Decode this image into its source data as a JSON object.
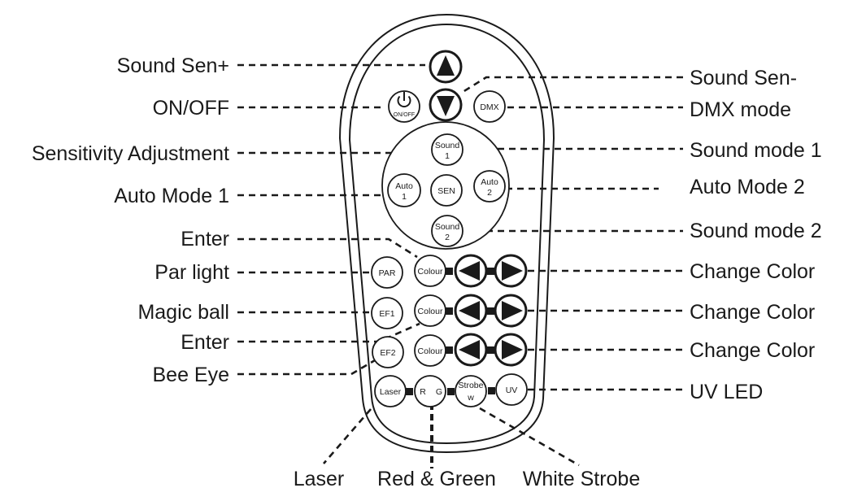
{
  "callouts": {
    "left": {
      "sound_sen_plus": "Sound Sen+",
      "on_off": "ON/OFF",
      "sensitivity_adjustment": "Sensitivity Adjustment",
      "auto_mode_1": "Auto Mode 1",
      "enter_top": "Enter",
      "par_light": "Par light",
      "magic_ball": "Magic ball",
      "enter_bottom": "Enter",
      "bee_eye": "Bee Eye"
    },
    "right": {
      "sound_sen_minus": "Sound Sen-",
      "dmx_mode": "DMX mode",
      "sound_mode_1": "Sound mode 1",
      "auto_mode_2": "Auto Mode 2",
      "sound_mode_2": "Sound mode 2",
      "change_color": [
        "Change Color",
        "Change Color",
        "Change Color"
      ],
      "uv_led": "UV LED"
    },
    "bottom": {
      "laser": "Laser",
      "red_green": "Red & Green",
      "white_strobe": "White Strobe"
    }
  },
  "remote": {
    "power_label": "ON/OFF",
    "dmx": "DMX",
    "sound_1": {
      "line1": "Sound",
      "line2": "1"
    },
    "auto_1": {
      "line1": "Auto",
      "line2": "1"
    },
    "sen": "SEN",
    "auto_2": {
      "line1": "Auto",
      "line2": "2"
    },
    "sound_2": {
      "line1": "Sound",
      "line2": "2"
    },
    "rows": [
      {
        "left": "PAR",
        "mid": "Colour"
      },
      {
        "left": "EF1",
        "mid": "Colour"
      },
      {
        "left": "EF2",
        "mid": "Colour"
      }
    ],
    "bottom_row": {
      "laser": "Laser",
      "r": "R",
      "g": "G",
      "strobe": "Strobe",
      "w": "w",
      "uv": "UV"
    }
  },
  "icons": {
    "up": "up-arrow-icon",
    "down": "down-arrow-icon",
    "power": "power-icon",
    "left": "left-arrow-icon",
    "right": "right-arrow-icon"
  }
}
